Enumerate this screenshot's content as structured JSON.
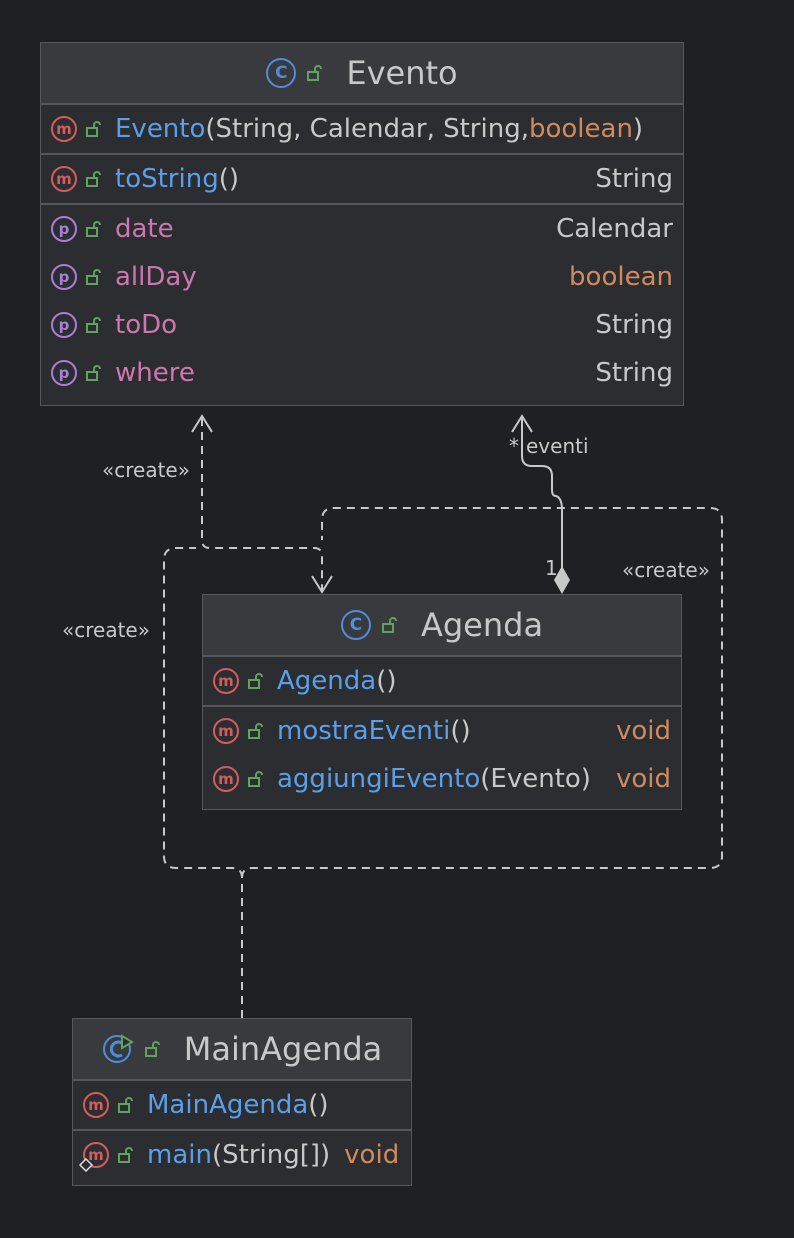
{
  "classes": {
    "evento": {
      "title": "Evento",
      "constructor": {
        "name": "Evento",
        "open": "(",
        "params": "String, Calendar, String, ",
        "kw": "boolean",
        "close": ")"
      },
      "method": {
        "name": "toString",
        "parens": "()",
        "type": "String"
      },
      "props": [
        {
          "name": "date",
          "type": "Calendar"
        },
        {
          "name": "allDay",
          "type": "boolean"
        },
        {
          "name": "toDo",
          "type": "String"
        },
        {
          "name": "where",
          "type": "String"
        }
      ]
    },
    "agenda": {
      "title": "Agenda",
      "constructor": {
        "name": "Agenda",
        "parens": "()"
      },
      "methods": [
        {
          "name": "mostraEventi",
          "params": "()",
          "type": "void"
        },
        {
          "name": "aggiungiEvento",
          "open": "(",
          "params": "Evento",
          "close": ")",
          "type": "void"
        }
      ]
    },
    "mainagenda": {
      "title": "MainAgenda",
      "constructor": {
        "name": "MainAgenda",
        "parens": "()"
      },
      "method": {
        "name": "main",
        "open": "(",
        "params": "String[]",
        "close": ")",
        "type": "void"
      }
    }
  },
  "relations": {
    "create_1": "«create»",
    "create_2": "«create»",
    "create_3": "«create»",
    "eventi_label": "eventi",
    "eventi_multiplicity": "*",
    "agenda_multiplicity": "1"
  },
  "icons": {
    "method": "m",
    "property": "p",
    "class": "C"
  },
  "colors": {
    "method": "#5b9fe8",
    "property": "#cc77b0",
    "keyword": "#d08a5e",
    "background": "#1f2024"
  }
}
